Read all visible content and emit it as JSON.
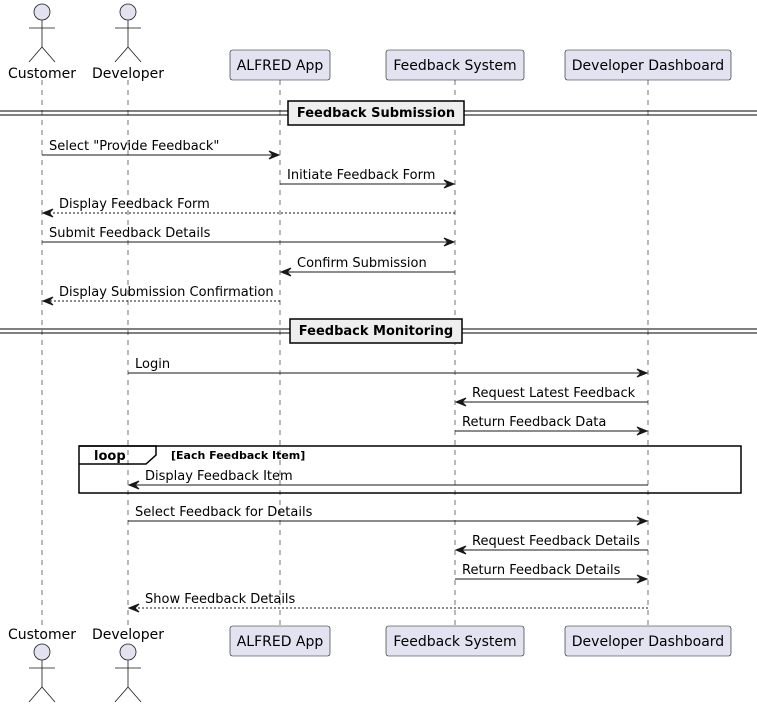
{
  "participants": [
    {
      "id": "customer",
      "label": "Customer",
      "kind": "actor"
    },
    {
      "id": "developer",
      "label": "Developer",
      "kind": "actor"
    },
    {
      "id": "alfred",
      "label": "ALFRED App",
      "kind": "box"
    },
    {
      "id": "feedback",
      "label": "Feedback System",
      "kind": "box"
    },
    {
      "id": "dashboard",
      "label": "Developer Dashboard",
      "kind": "box"
    }
  ],
  "dividers": [
    {
      "label": "Feedback Submission"
    },
    {
      "label": "Feedback Monitoring"
    }
  ],
  "messages": [
    {
      "from": "customer",
      "to": "alfred",
      "label": "Select \"Provide Feedback\"",
      "style": "solid"
    },
    {
      "from": "alfred",
      "to": "feedback",
      "label": "Initiate Feedback Form",
      "style": "solid"
    },
    {
      "from": "feedback",
      "to": "customer",
      "label": "Display Feedback Form",
      "style": "dashed"
    },
    {
      "from": "customer",
      "to": "feedback",
      "label": "Submit Feedback Details",
      "style": "solid"
    },
    {
      "from": "feedback",
      "to": "alfred",
      "label": "Confirm Submission",
      "style": "solid"
    },
    {
      "from": "alfred",
      "to": "customer",
      "label": "Display Submission Confirmation",
      "style": "dashed"
    },
    {
      "from": "developer",
      "to": "dashboard",
      "label": "Login",
      "style": "solid"
    },
    {
      "from": "dashboard",
      "to": "feedback",
      "label": "Request Latest Feedback",
      "style": "solid"
    },
    {
      "from": "feedback",
      "to": "dashboard",
      "label": "Return Feedback Data",
      "style": "solid"
    },
    {
      "from": "dashboard",
      "to": "developer",
      "label": "Display Feedback Item",
      "style": "solid"
    },
    {
      "from": "developer",
      "to": "dashboard",
      "label": "Select Feedback for Details",
      "style": "solid"
    },
    {
      "from": "dashboard",
      "to": "feedback",
      "label": "Request Feedback Details",
      "style": "solid"
    },
    {
      "from": "feedback",
      "to": "dashboard",
      "label": "Return Feedback Details",
      "style": "solid"
    },
    {
      "from": "dashboard",
      "to": "developer",
      "label": "Show Feedback Details",
      "style": "dashed"
    }
  ],
  "loop": {
    "keyword": "loop",
    "condition": "[Each Feedback Item]"
  },
  "colors": {
    "participant_fill": "#e2e2f0",
    "participant_stroke": "#181818",
    "lifeline": "#181818",
    "divider_fill": "#eeeeee",
    "arrow": "#181818"
  }
}
